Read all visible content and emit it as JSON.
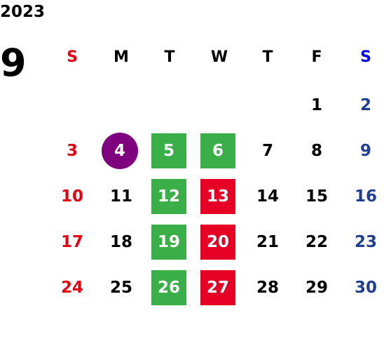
{
  "calendar": {
    "year": "2023",
    "month": "9",
    "weekdays": [
      "S",
      "M",
      "T",
      "W",
      "T",
      "F",
      "S"
    ],
    "weeks": [
      [
        "",
        "",
        "",
        "",
        "",
        "1",
        "2"
      ],
      [
        "3",
        "4",
        "5",
        "6",
        "7",
        "8",
        "9"
      ],
      [
        "10",
        "11",
        "12",
        "13",
        "14",
        "15",
        "16"
      ],
      [
        "17",
        "18",
        "19",
        "20",
        "21",
        "22",
        "23"
      ],
      [
        "24",
        "25",
        "26",
        "27",
        "28",
        "29",
        "30"
      ]
    ],
    "highlights": {
      "circle": [
        "4"
      ],
      "green": [
        "5",
        "6",
        "12",
        "19",
        "26"
      ],
      "red": [
        "13",
        "20",
        "27"
      ]
    },
    "colors": {
      "sunday": "#e60012",
      "saturday_header": "#0000e6",
      "saturday": "#1e3f93",
      "green": "#3aaf48",
      "red": "#e60026",
      "purple": "#7f007f"
    }
  }
}
